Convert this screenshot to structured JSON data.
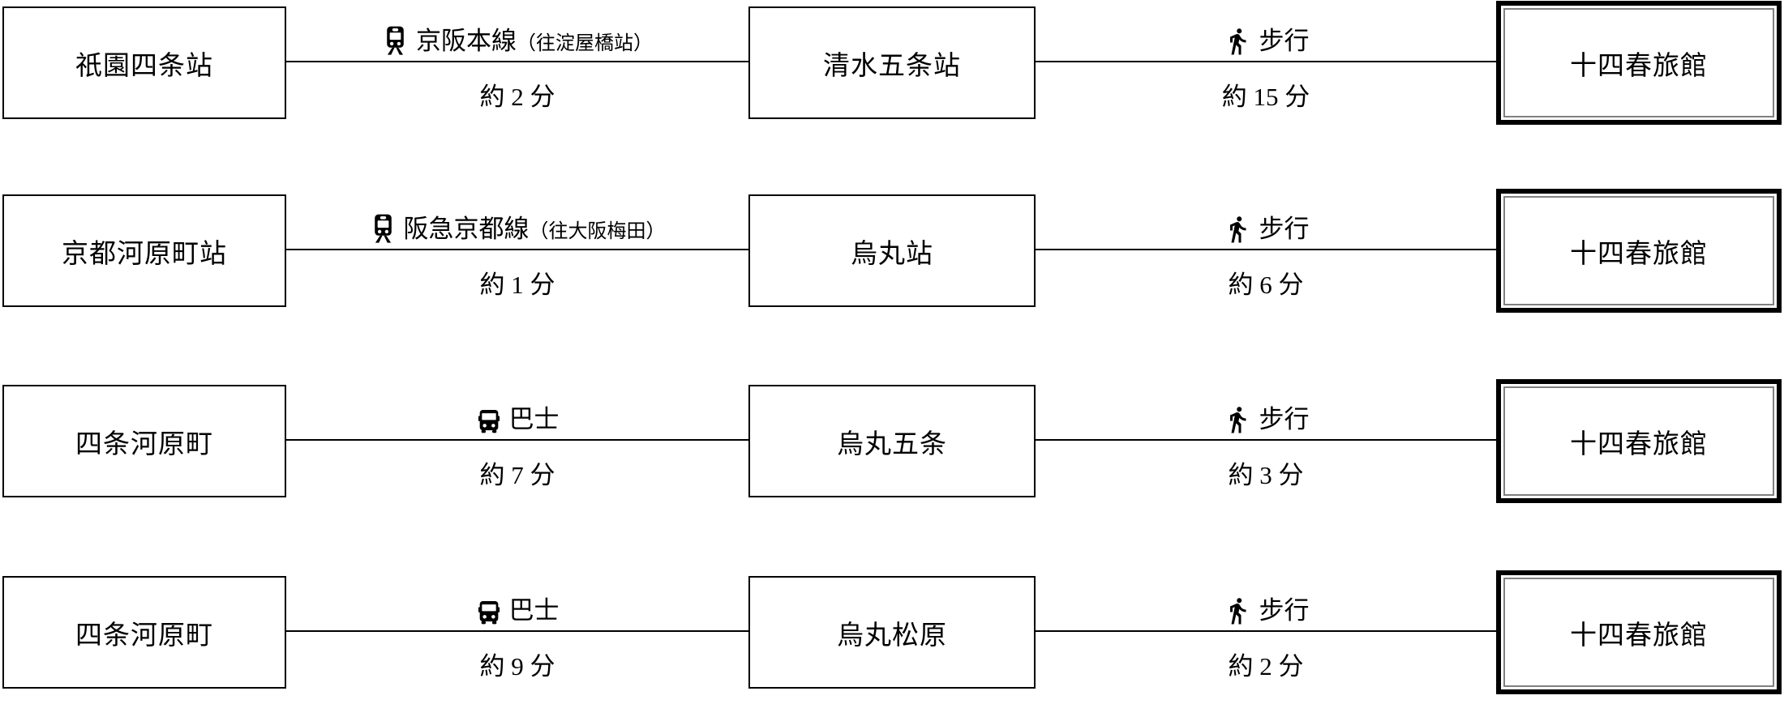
{
  "hotel": {
    "name": "十四春旅館"
  },
  "colors": {
    "background": "#ffffff",
    "text": "#000000",
    "connector_line": "#000000",
    "station_box_border": "#000000",
    "hotel_outer_border": "#000000",
    "hotel_inner_border": "#808080"
  },
  "icons": {
    "train": "train-icon",
    "bus": "bus-icon",
    "walk": "walk-icon"
  },
  "routes": [
    {
      "origin": "祇園四条站",
      "transit": {
        "mode": "train",
        "line": "京阪本線",
        "note": "（往淀屋橋站）",
        "duration": "約 2 分"
      },
      "via": "清水五条站",
      "walk": {
        "label": "步行",
        "duration": "約 15 分"
      },
      "destination": "十四春旅館"
    },
    {
      "origin": "京都河原町站",
      "transit": {
        "mode": "train",
        "line": "阪急京都線",
        "note": "（往大阪梅田）",
        "duration": "約 1 分"
      },
      "via": "烏丸站",
      "walk": {
        "label": "步行",
        "duration": "約 6 分"
      },
      "destination": "十四春旅館"
    },
    {
      "origin": "四条河原町",
      "transit": {
        "mode": "bus",
        "line": "巴士",
        "note": "",
        "duration": "約 7 分"
      },
      "via": "烏丸五条",
      "walk": {
        "label": "步行",
        "duration": "約 3 分"
      },
      "destination": "十四春旅館"
    },
    {
      "origin": "四条河原町",
      "transit": {
        "mode": "bus",
        "line": "巴士",
        "note": "",
        "duration": "約 9 分"
      },
      "via": "烏丸松原",
      "walk": {
        "label": "步行",
        "duration": "約 2 分"
      },
      "destination": "十四春旅館"
    }
  ]
}
